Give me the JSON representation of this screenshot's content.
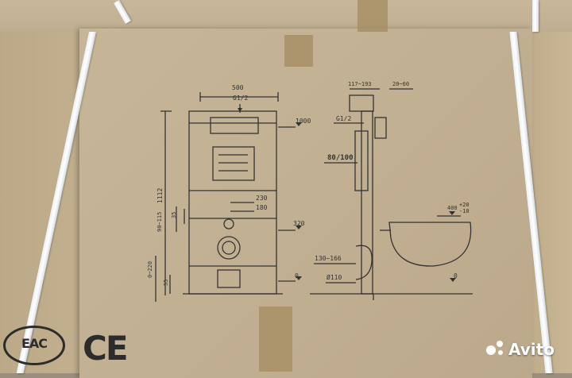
{
  "drawing": {
    "front": {
      "width_top": "500",
      "thread_top": "G1/2",
      "height_total": "1112",
      "mark_1000": "1000",
      "dim_230": "230",
      "dim_180": "180",
      "range_90_115": "90~115",
      "dim_35": "35",
      "mark_320": "320",
      "range_0_220": "0~220",
      "dim_55": "55",
      "mark_0": "0"
    },
    "side": {
      "range_117_193": "117~193",
      "range_20_60": "20~60",
      "thread_side": "G1/2",
      "size_80_100": "80/100",
      "mark_400": "400",
      "tol_plus": "+20",
      "tol_minus": "-10",
      "range_130_166": "130~166",
      "diameter_110": "Ø110",
      "mark_0": "0"
    }
  },
  "certifications": {
    "eac": "EAC",
    "ce": "CE"
  },
  "watermark": {
    "label": "Avito"
  },
  "colors": {
    "cardboard": "#c3b193",
    "ink": "#333333",
    "strap": "#f2f5f9"
  }
}
